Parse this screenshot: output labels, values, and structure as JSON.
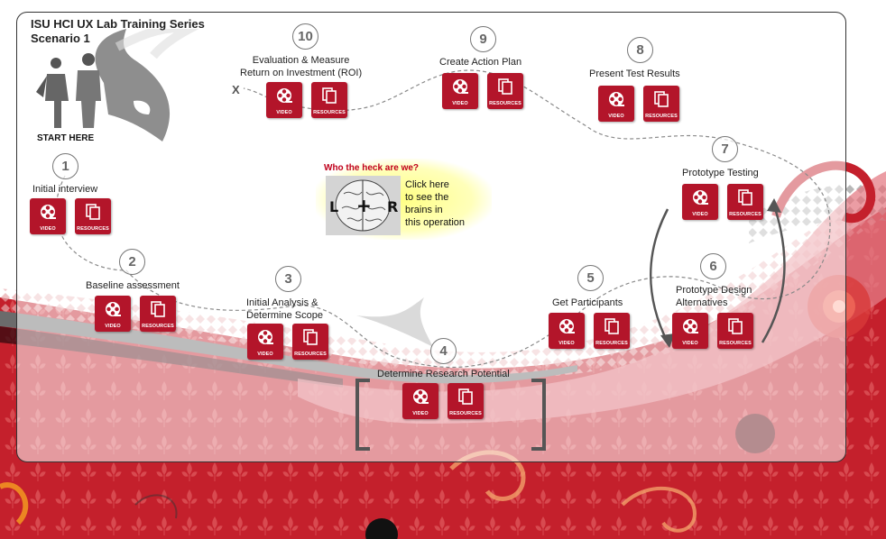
{
  "header": {
    "title_line1": "ISU HCI UX Lab Training Series",
    "title_line2": "Scenario 1",
    "start_label": "START HERE",
    "close_label": "X"
  },
  "buttons": {
    "video_label": "VIDEO",
    "resources_label": "RESOURCES"
  },
  "icons": {
    "video": "film-reel-icon",
    "resources": "documents-icon",
    "whale": "orca-icon",
    "people": "people-silhouette-icon",
    "brain": "brain-icon"
  },
  "brains_promo": {
    "heading": "Who the heck are we?",
    "letter_left": "L",
    "letter_plus": "+",
    "letter_right": "R",
    "line1": "Click here",
    "line2": "to see the",
    "line3": "brains in",
    "line4": "this operation"
  },
  "steps": [
    {
      "number": "1",
      "label": "Initial interview"
    },
    {
      "number": "2",
      "label": "Baseline assessment"
    },
    {
      "number": "3",
      "label": "Initial Analysis &",
      "label2": "Determine Scope"
    },
    {
      "number": "4",
      "label": "Determine Research Potential"
    },
    {
      "number": "5",
      "label": "Get Participants"
    },
    {
      "number": "6",
      "label": "Prototype Design",
      "label2": "Alternatives"
    },
    {
      "number": "7",
      "label": "Prototype Testing"
    },
    {
      "number": "8",
      "label": "Present Test Results"
    },
    {
      "number": "9",
      "label": "Create Action Plan"
    },
    {
      "number": "10",
      "label": "Evaluation & Measure",
      "label2": "Return on Investment (ROI)"
    }
  ],
  "colors": {
    "button_red": "#b3152a",
    "heading_red": "#c0001c",
    "background_red": "#c6202c",
    "highlight_yellow": "#ffff80"
  }
}
